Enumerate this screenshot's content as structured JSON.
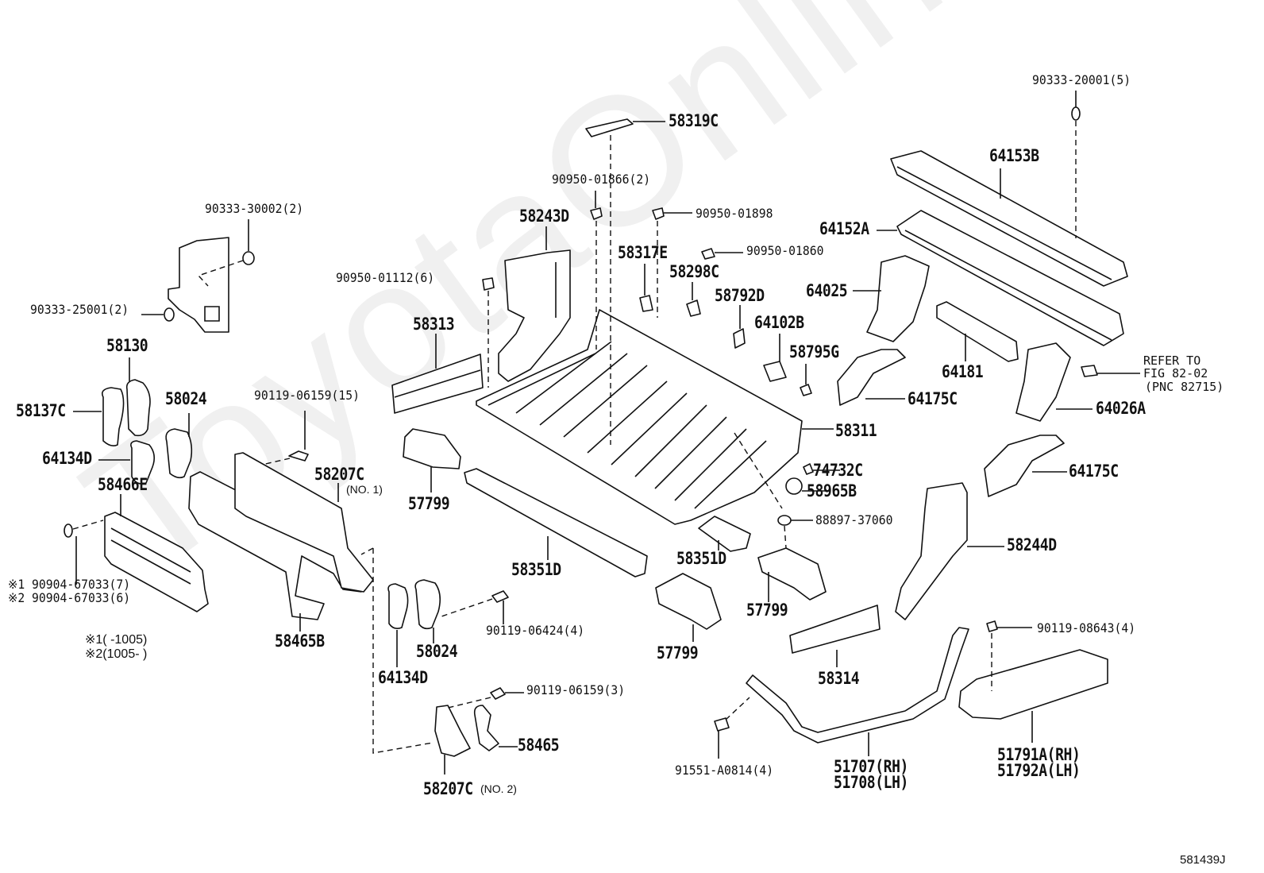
{
  "diagram": {
    "figure_code": "581439J",
    "watermark": "ToyotaOnline.ru",
    "callouts": [
      {
        "id": "c1",
        "text": "90333-30002(2)"
      },
      {
        "id": "c2",
        "text": "90333-25001(2)"
      },
      {
        "id": "c3",
        "text": "58130"
      },
      {
        "id": "c4",
        "text": "58137C"
      },
      {
        "id": "c5",
        "text": "58024"
      },
      {
        "id": "c6",
        "text": "64134D"
      },
      {
        "id": "c7",
        "text": "58466E"
      },
      {
        "id": "c8",
        "text": "90119-06159(15)"
      },
      {
        "id": "c9",
        "text": "58207C"
      },
      {
        "id": "c9n",
        "text": "(NO. 1)"
      },
      {
        "id": "c10",
        "text": "※1 90904-67033(7)"
      },
      {
        "id": "c11",
        "text": "※2 90904-67033(6)"
      },
      {
        "id": "c12",
        "text": "58465B"
      },
      {
        "id": "c13",
        "text": "90950-01112(6)"
      },
      {
        "id": "c14",
        "text": "58313"
      },
      {
        "id": "c15",
        "text": "58243D"
      },
      {
        "id": "c16",
        "text": "58319C"
      },
      {
        "id": "c17",
        "text": "90950-01866(2)"
      },
      {
        "id": "c18",
        "text": "90950-01898"
      },
      {
        "id": "c19",
        "text": "58317E"
      },
      {
        "id": "c20",
        "text": "90950-01860"
      },
      {
        "id": "c21",
        "text": "58298C"
      },
      {
        "id": "c22",
        "text": "58792D"
      },
      {
        "id": "c23",
        "text": "64102B"
      },
      {
        "id": "c24",
        "text": "58795G"
      },
      {
        "id": "c25",
        "text": "90333-20001(5)"
      },
      {
        "id": "c26",
        "text": "64153B"
      },
      {
        "id": "c27",
        "text": "64152A"
      },
      {
        "id": "c28",
        "text": "64025"
      },
      {
        "id": "c29",
        "text": "64181"
      },
      {
        "id": "c30",
        "text": "64175C"
      },
      {
        "id": "c31",
        "text": "64026A"
      },
      {
        "id": "c32",
        "text": "64175C"
      },
      {
        "id": "c33",
        "text": "58311"
      },
      {
        "id": "c34",
        "text": "74732C"
      },
      {
        "id": "c35",
        "text": "58965B"
      },
      {
        "id": "c36",
        "text": "88897-37060"
      },
      {
        "id": "c37",
        "text": "57799"
      },
      {
        "id": "c38",
        "text": "58351D"
      },
      {
        "id": "c39",
        "text": "58351D"
      },
      {
        "id": "c40",
        "text": "57799"
      },
      {
        "id": "c41",
        "text": "57799"
      },
      {
        "id": "c42",
        "text": "58244D"
      },
      {
        "id": "c43",
        "text": "58314"
      },
      {
        "id": "c44",
        "text": "90119-06424(4)"
      },
      {
        "id": "c45",
        "text": "58024"
      },
      {
        "id": "c46",
        "text": "64134D"
      },
      {
        "id": "c47",
        "text": "90119-06159(3)"
      },
      {
        "id": "c48",
        "text": "58465"
      },
      {
        "id": "c49",
        "text": "58207C"
      },
      {
        "id": "c49n",
        "text": "(NO. 2)"
      },
      {
        "id": "c50",
        "text": "91551-A0814(4)"
      },
      {
        "id": "c51",
        "text": "51707(RH)"
      },
      {
        "id": "c52",
        "text": "51708(LH)"
      },
      {
        "id": "c53",
        "text": "90119-08643(4)"
      },
      {
        "id": "c54",
        "text": "51791A(RH)"
      },
      {
        "id": "c55",
        "text": "51792A(LH)"
      }
    ],
    "reference": {
      "line1": "REFER TO",
      "line2": "FIG 82-02",
      "line3": "(PNC 82715)"
    },
    "notes": {
      "note1": "※1(      -1005)",
      "note2": "※2(1005-      )"
    }
  }
}
